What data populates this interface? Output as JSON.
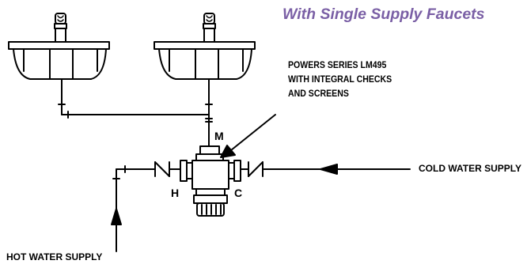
{
  "title": "With Single Supply Faucets",
  "title_color": "#7a5fa5",
  "callout_lines": [
    "POWERS SERIES LM495",
    "WITH INTEGRAL CHECKS",
    "AND SCREENS"
  ],
  "ports": {
    "mixed": "M",
    "hot": "H",
    "cold": "C"
  },
  "supplies": {
    "cold": "COLD WATER SUPPLY",
    "hot": "HOT WATER SUPPLY"
  }
}
